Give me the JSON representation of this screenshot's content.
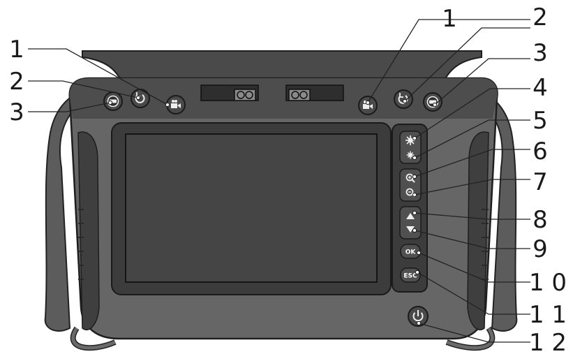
{
  "diagram": {
    "left_callouts": [
      {
        "number": "1",
        "target": "record-button"
      },
      {
        "number": "2",
        "target": "rotate-button"
      },
      {
        "number": "3",
        "target": "capture-button"
      }
    ],
    "right_callouts": [
      {
        "number": "1",
        "target": "record-button"
      },
      {
        "number": "2",
        "target": "rotate-button"
      },
      {
        "number": "3",
        "target": "capture-button"
      },
      {
        "number": "4",
        "target": "brightness-up-button"
      },
      {
        "number": "5",
        "target": "brightness-down-button"
      },
      {
        "number": "6",
        "target": "zoom-in-button"
      },
      {
        "number": "7",
        "target": "zoom-out-button"
      },
      {
        "number": "8",
        "target": "arrow-up-button"
      },
      {
        "number": "9",
        "target": "arrow-down-button"
      },
      {
        "number": "1 0",
        "target": "ok-button"
      },
      {
        "number": "1 1",
        "target": "esc-button"
      },
      {
        "number": "1 2",
        "target": "power-button"
      }
    ],
    "button_labels": {
      "ok": "OK",
      "esc": "ESC"
    }
  }
}
